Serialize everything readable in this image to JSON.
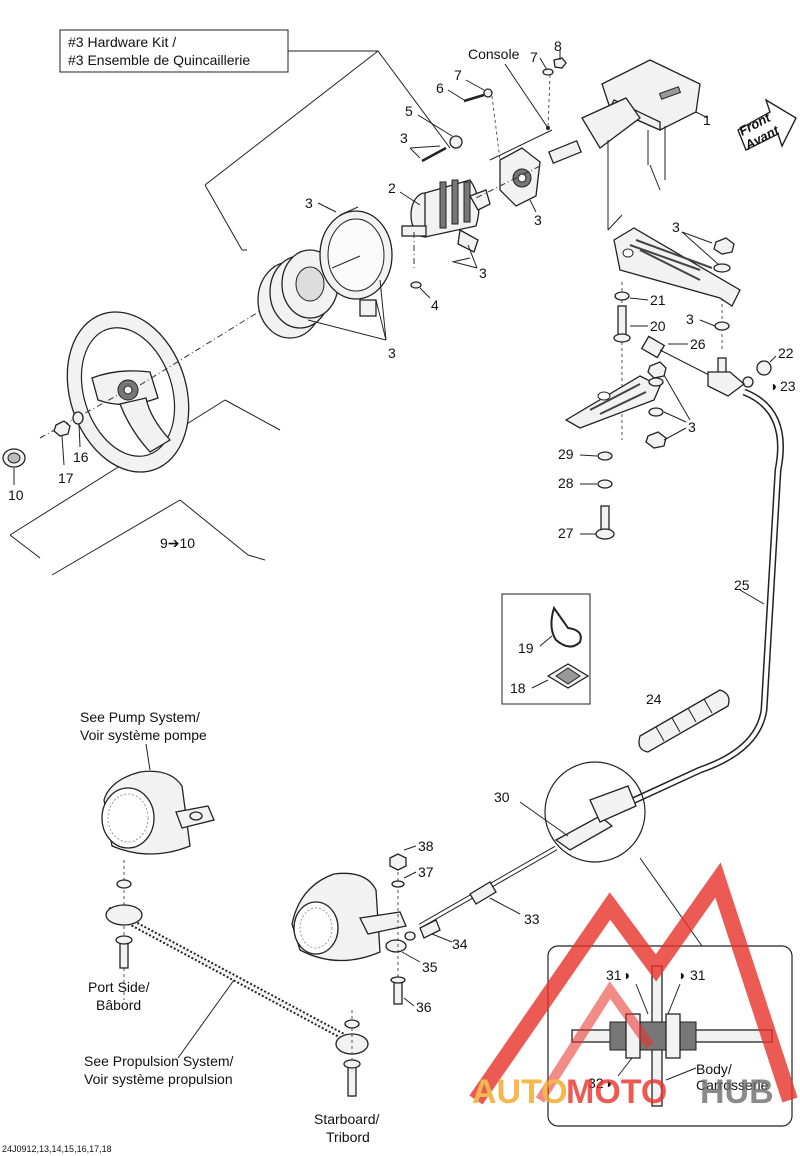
{
  "labels": {
    "kit_line1": "#3 Hardware Kit /",
    "kit_line2": "#3 Ensemble de Quincaillerie",
    "console": "Console",
    "front": "Front",
    "avant": "Avant",
    "n1": "1",
    "n2": "2",
    "n3": "3",
    "n4": "4",
    "n5": "5",
    "n6": "6",
    "n7": "7",
    "n8": "8",
    "n10": "10",
    "n16": "16",
    "n17": "17",
    "n18": "18",
    "n19": "19",
    "n20": "20",
    "n21": "21",
    "n22": "22",
    "n23": "23",
    "n24": "24",
    "n25": "25",
    "n26": "26",
    "n27": "27",
    "n28": "28",
    "n29": "29",
    "n30": "30",
    "n31": "31",
    "n32": "32",
    "n33": "33",
    "n34": "34",
    "n35": "35",
    "n36": "36",
    "n37": "37",
    "n38": "38",
    "range_9_10": "9➔10",
    "pump_line1": "See Pump System/",
    "pump_line2": "Voir système pompe",
    "port_line1": "Port Side/",
    "port_line2": "Bâbord",
    "prop_line1": "See Propulsion System/",
    "prop_line2": "Voir système propulsion",
    "star_line1": "Starboard/",
    "star_line2": "Tribord",
    "body_line1": "Body/",
    "body_line2": "Carrosserie",
    "drop": "◗",
    "code": "24J0912,13,14,15,16,17,18"
  },
  "watermark": {
    "part1": "AUTO",
    "part2": "MOTO",
    "part3": "HUB",
    "color_red": "#e8312a",
    "color_orange": "#f5a623",
    "color_gray": "#6d6d6d"
  }
}
